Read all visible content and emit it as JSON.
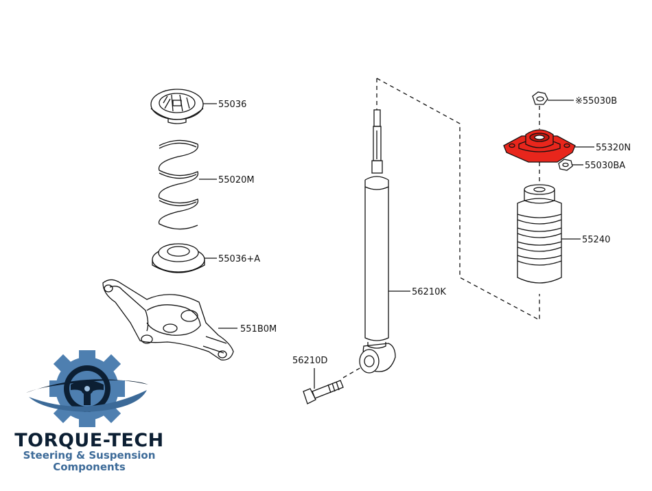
{
  "parts": [
    {
      "id": "p55036",
      "label": "55036"
    },
    {
      "id": "p55020M",
      "label": "55020M"
    },
    {
      "id": "p55036A",
      "label": "55036+A"
    },
    {
      "id": "p551B0M",
      "label": "551B0M"
    },
    {
      "id": "p56210D",
      "label": "56210D"
    },
    {
      "id": "p56210K",
      "label": "56210K"
    },
    {
      "id": "p55030B",
      "label": "※55030B"
    },
    {
      "id": "p55320N",
      "label": "55320N",
      "highlighted": true
    },
    {
      "id": "p55030BA",
      "label": "55030BA"
    },
    {
      "id": "p55240",
      "label": "55240"
    }
  ],
  "highlight_color": "#e8261c",
  "logo": {
    "title": "TORQUE-TECH",
    "subtitle_line1": "Steering & Suspension",
    "subtitle_line2": "Components",
    "colors": {
      "dark": "#0c1f33",
      "blue": "#3c6a98",
      "mid": "#4e7fb0"
    }
  }
}
